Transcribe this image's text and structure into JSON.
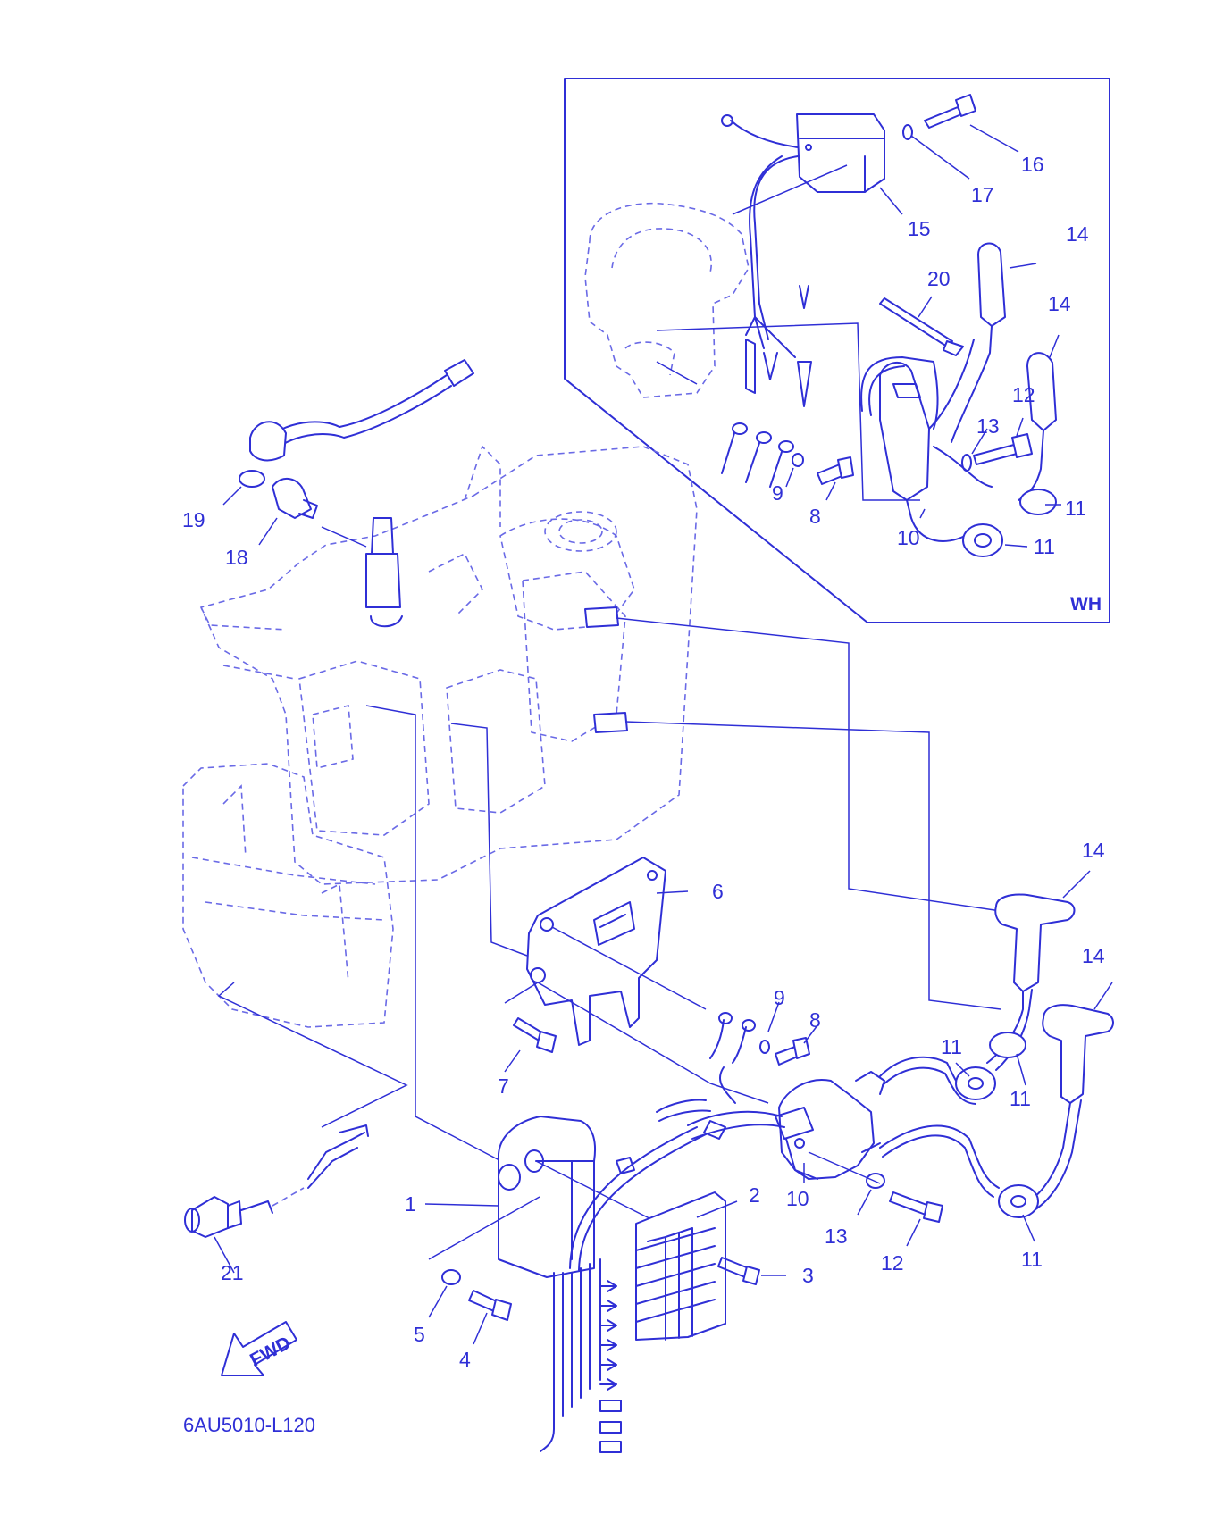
{
  "diagram": {
    "code": "6AU5010-L120",
    "fwd_label": "FWD",
    "inset_tag": "WH",
    "callouts": {
      "c1": "1",
      "c2": "2",
      "c3": "3",
      "c4": "4",
      "c5": "5",
      "c6": "6",
      "c7": "7",
      "c8a": "8",
      "c8b": "8",
      "c9a": "9",
      "c9b": "9",
      "c10a": "10",
      "c10b": "10",
      "c11a": "11",
      "c11b": "11",
      "c11c": "11",
      "c11d": "11",
      "c11e": "11",
      "c12a": "12",
      "c12b": "12",
      "c13a": "13",
      "c13b": "13",
      "c14a": "14",
      "c14b": "14",
      "c14c": "14",
      "c14d": "14",
      "c15": "15",
      "c16": "16",
      "c17": "17",
      "c18": "18",
      "c19": "19",
      "c20": "20",
      "c21": "21"
    },
    "colors": {
      "line": "#2f2fd6",
      "background": "#ffffff"
    }
  }
}
